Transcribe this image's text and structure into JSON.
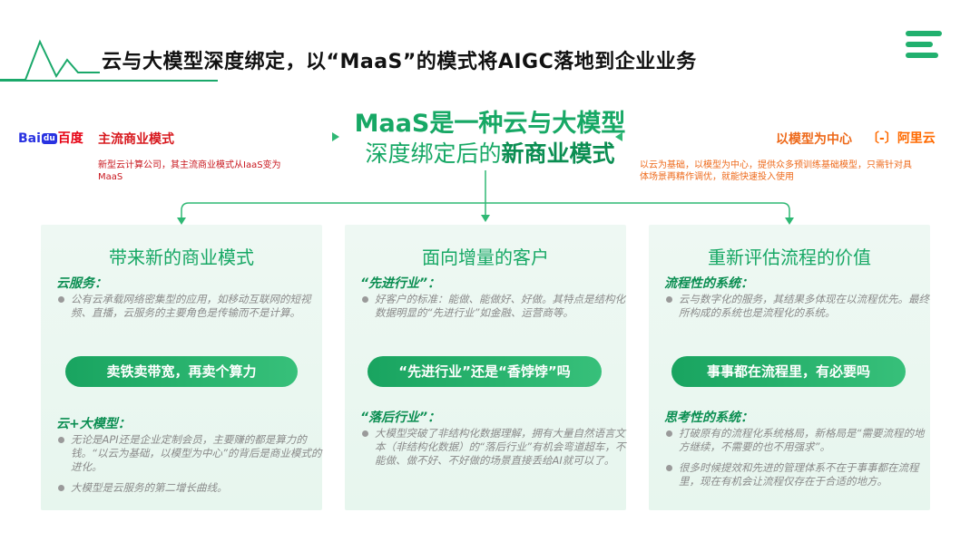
{
  "header": {
    "title": "云与大模型深度绑定，以“MaaS”的模式将AIGC落地到企业业务"
  },
  "center": {
    "line1": "MaaS是一种云与大模型",
    "line2_prefix": "深度绑定后的",
    "line2_bold": "新商业模式"
  },
  "left_company": {
    "logo_bai": "Bai",
    "logo_du": "du",
    "logo_cn": "百度",
    "label": "主流商业模式",
    "desc": "新型云计算公司，其主流商业模式从IaaS变为MaaS"
  },
  "right_company": {
    "label": "以模型为中心",
    "logo_symbol": "〔-〕",
    "logo_text": "阿里云",
    "desc": "以云为基础，以模型为中心，提供众多预训练基础模型，只需针对具体场景再精作调优，就能快速投入使用"
  },
  "panels": [
    {
      "title": "带来新的商业模式",
      "sec1_title": "云服务：",
      "sec1_bullets": [
        "公有云承载网络密集型的应用，如移动互联网的短视频、直播，云服务的主要角色是传输而不是计算。"
      ],
      "pill": "卖铁卖带宽，再卖个算力",
      "sec2_title": "云+大模型：",
      "sec2_bullets": [
        "无论是API还是企业定制会员，主要赚的都是算力的钱。“以云为基础，以模型为中心”的背后是商业模式的进化。",
        "大模型是云服务的第二增长曲线。"
      ]
    },
    {
      "title": "面向增量的客户",
      "sec1_title": "“先进行业”：",
      "sec1_bullets": [
        "好客户的标准：能做、能做好、好做。其特点是结构化数据明显的“先进行业”如金融、运营商等。"
      ],
      "pill": "“先进行业”还是“香饽饽”吗",
      "sec2_title": "“落后行业”：",
      "sec2_bullets": [
        "大模型突破了非结构化数据理解，拥有大量自然语言文本（非结构化数据）的“落后行业”有机会弯道超车，不能做、做不好、不好做的场景直接丢给AI就可以了。"
      ]
    },
    {
      "title": "重新评估流程的价值",
      "sec1_title": "流程性的系统：",
      "sec1_bullets": [
        "云与数字化的服务，其结果多体现在以流程优先。最终所构成的系统也是流程化的系统。"
      ],
      "pill": "事事都在流程里，有必要吗",
      "sec2_title": "思考性的系统：",
      "sec2_bullets": [
        "打破原有的流程化系统格局，新格局是“需要流程的地方继续，不需要的也不用强求”。",
        "很多时候提效和先进的管理体系不在于事事都在流程里，现在有机会让流程仅存在于合适的地方。"
      ]
    }
  ],
  "colors": {
    "accent_green": "#17a865",
    "baidu_red": "#d7181d",
    "aliyun_orange": "#ee6a1b"
  }
}
